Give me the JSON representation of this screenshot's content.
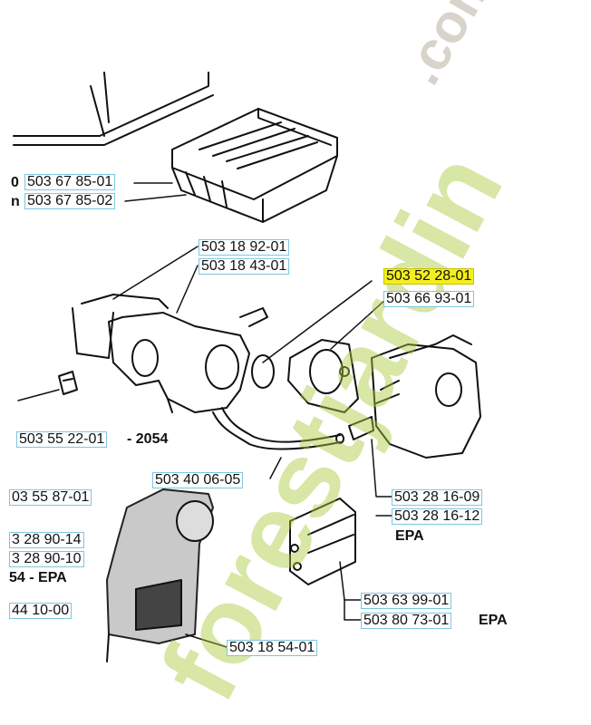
{
  "watermark": {
    "main": "forestjardin",
    "domain": ".com",
    "colors": {
      "main": "#a9c93c",
      "domain": "#b9b0a2"
    }
  },
  "prefixes": {
    "p1": "0",
    "p2": "n"
  },
  "labels": {
    "air_filter_1": "503 67 85-01",
    "air_filter_2": "503 67 85-02",
    "intake_1": "503 18 92-01",
    "intake_2": "503 18 43-01",
    "gasket_highlight": "503 52 28-01",
    "gasket_2": "503 66 93-01",
    "screw": "503 55 22-01",
    "hose": "503 40 06-05",
    "left_1": "03 55 87-01",
    "left_2": "3 28 90-14",
    "left_3": "3 28 90-10",
    "left_5": "44 10-00",
    "carb_1": "503 28 16-09",
    "carb_2": "503 28 16-12",
    "bellow_1": "503 63 99-01",
    "bellow_2": "503 80 73-01",
    "housing": "503 18 54-01"
  },
  "notes": {
    "screw_model": "- 2054",
    "left_epa": "54 - EPA",
    "carb_epa": "EPA",
    "bellow_epa": "EPA"
  },
  "colors": {
    "highlight": "#f3ef1c",
    "label_border": "#7fc6de"
  }
}
